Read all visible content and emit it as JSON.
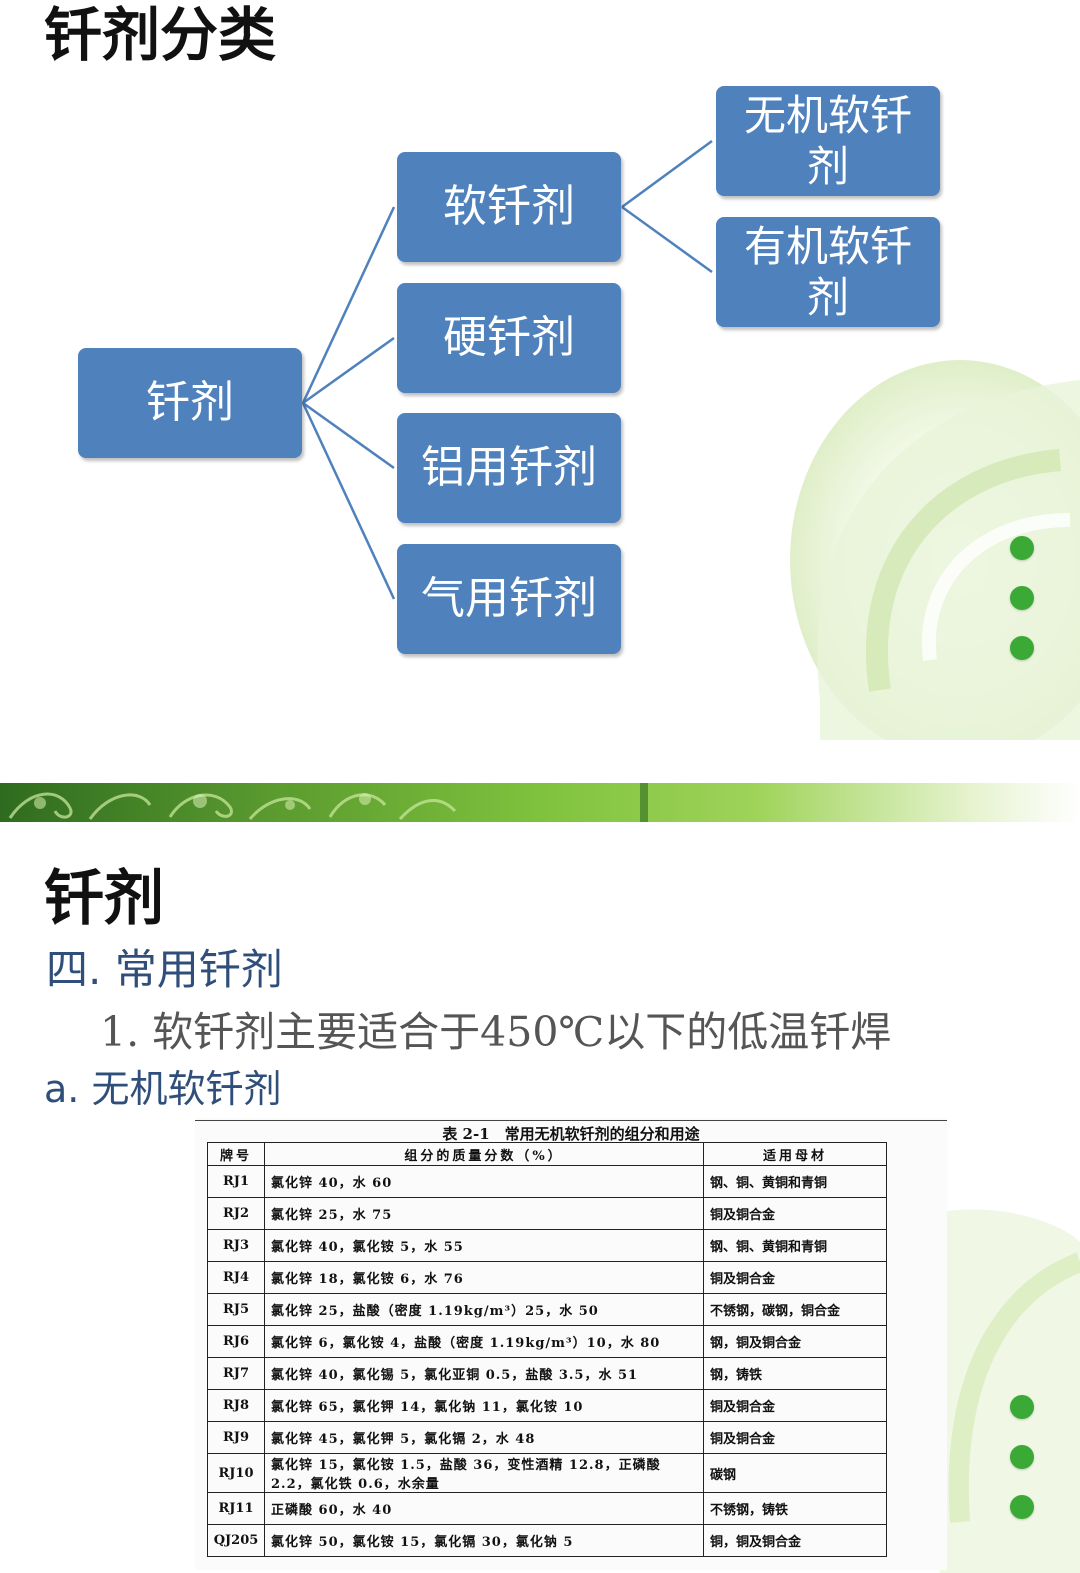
{
  "slide1": {
    "title": "钎剂分类",
    "root": "钎剂",
    "children": [
      "软钎剂",
      "硬钎剂",
      "铝用钎剂",
      "气用钎剂"
    ],
    "grandchildren": [
      "无机软钎剂",
      "有机软钎剂"
    ],
    "colors": {
      "box": "#4f81bd",
      "line": "#4f81bd",
      "dot": "#3aa935"
    }
  },
  "slide2": {
    "title": "钎剂",
    "heading": "四. 常用钎剂",
    "point": "1. 软钎剂主要适合于450℃以下的低温钎焊",
    "subpoint": "a. 无机软钎剂",
    "table": {
      "caption": "表 2-1　常用无机软钎剂的组分和用途",
      "headers": [
        "牌号",
        "组分的质量分数（%）",
        "适用母材"
      ],
      "rows": [
        [
          "RJ1",
          "氯化锌 40，水 60",
          "钢、铜、黄铜和青铜"
        ],
        [
          "RJ2",
          "氯化锌 25，水 75",
          "铜及铜合金"
        ],
        [
          "RJ3",
          "氯化锌 40，氯化铵 5，水 55",
          "钢、铜、黄铜和青铜"
        ],
        [
          "RJ4",
          "氯化锌 18，氯化铵 6，水 76",
          "铜及铜合金"
        ],
        [
          "RJ5",
          "氯化锌 25，盐酸（密度 1.19kg/m³）25，水 50",
          "不锈钢，碳钢，铜合金"
        ],
        [
          "RJ6",
          "氯化锌 6，氯化铵 4，盐酸（密度 1.19kg/m³）10，水 80",
          "钢，铜及铜合金"
        ],
        [
          "RJ7",
          "氯化锌 40，氯化锡 5，氯化亚铜 0.5，盐酸 3.5，水 51",
          "钢，铸铁"
        ],
        [
          "RJ8",
          "氯化锌 65，氯化钾 14，氯化钠 11，氯化铵 10",
          "铜及铜合金"
        ],
        [
          "RJ9",
          "氯化锌 45，氯化钾 5，氯化镉 2，水 48",
          "铜及铜合金"
        ],
        [
          "RJ10",
          "氯化锌 15，氯化铵 1.5，盐酸 36，变性酒精 12.8，正磷酸 2.2，氯化铁 0.6，水余量",
          "碳钢"
        ],
        [
          "RJ11",
          "正磷酸 60，水 40",
          "不锈钢，铸铁"
        ],
        [
          "QJ205",
          "氯化锌 50，氯化铵 15，氯化镉 30，氯化钠 5",
          "铜，铜及铜合金"
        ]
      ]
    }
  }
}
